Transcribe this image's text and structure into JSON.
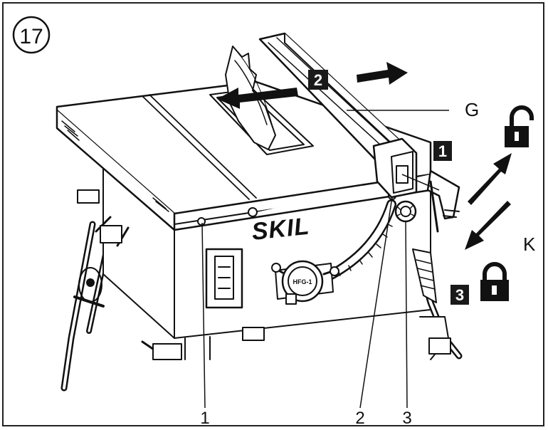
{
  "figure": {
    "number": "17",
    "brand": "SKIL",
    "knob_text": "HFG-1",
    "labels": {
      "guide": "G",
      "knob": "K",
      "part_1": "1",
      "part_2": "2",
      "part_3": "3"
    },
    "steps": {
      "step_1": "1",
      "step_2": "2",
      "step_3": "3"
    },
    "icons": {
      "unlock": "unlocked-padlock-icon",
      "lock": "locked-padlock-icon",
      "move": "double-arrow-icon"
    },
    "colors": {
      "ink": "#111111",
      "badge": "#1a1a1a",
      "background": "#ffffff"
    }
  }
}
